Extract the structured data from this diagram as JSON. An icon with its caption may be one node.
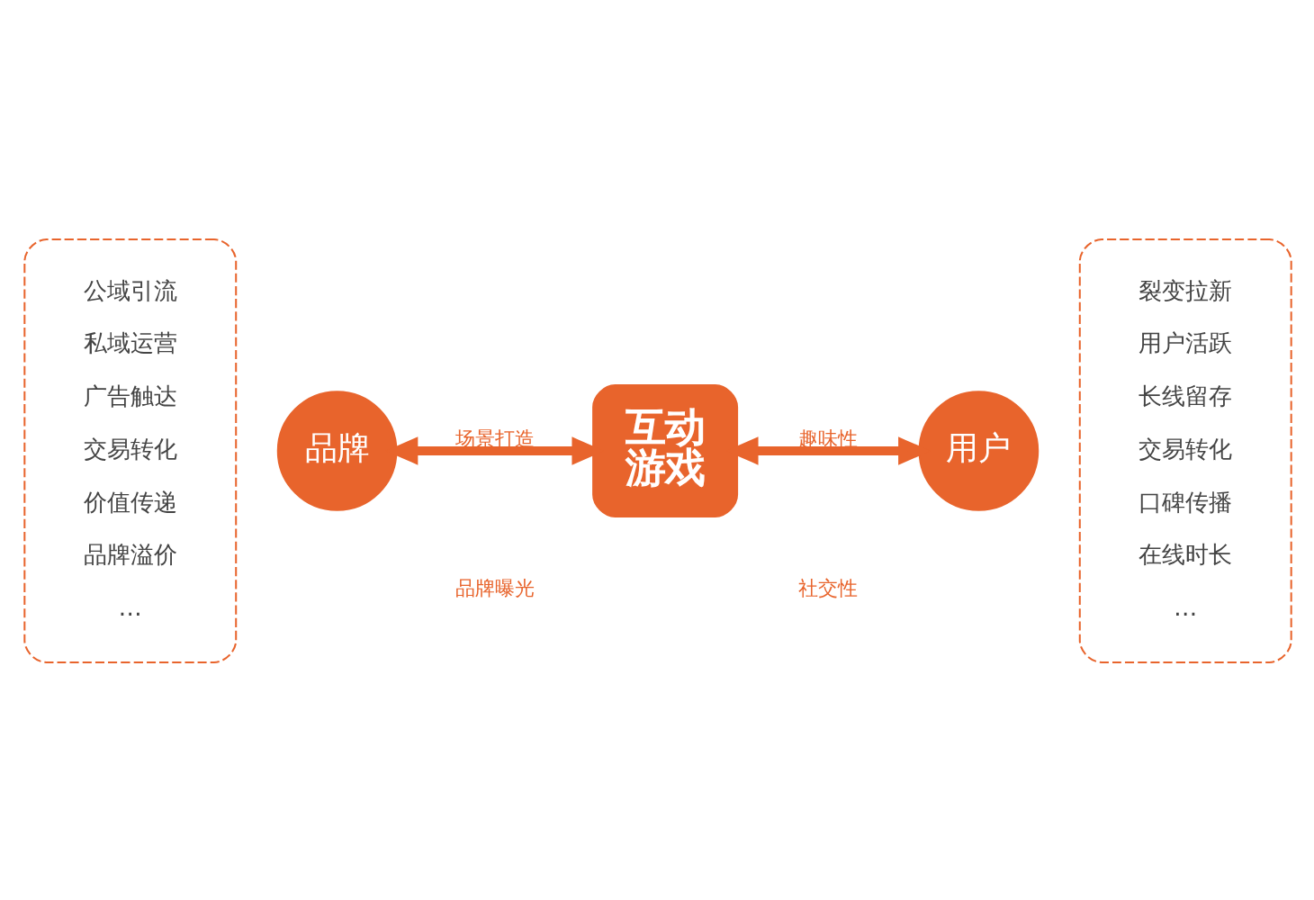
{
  "diagram": {
    "nodes": [
      {
        "text": [
          "公域引流",
          "私域运营",
          "广告触达",
          "交易转化",
          "价值传递",
          "品牌溢价",
          "…"
        ]
      },
      {
        "text": [
          "品牌"
        ]
      },
      {
        "text": [
          "互动游戏"
        ]
      },
      {
        "text": [
          "用户"
        ]
      },
      {
        "text": [
          "裂变拉新",
          "用户活跃",
          "长线留存",
          "交易转化",
          "口碑传播",
          "在线时长",
          "…"
        ]
      }
    ],
    "edges": [
      {
        "from": 1,
        "to": 2,
        "arrow": "both",
        "label": "场景打造"
      },
      {
        "from": 2,
        "to": 3,
        "arrow": "both",
        "label": "趣味性"
      }
    ],
    "labels": [
      "品牌曝光",
      "社交性"
    ]
  }
}
